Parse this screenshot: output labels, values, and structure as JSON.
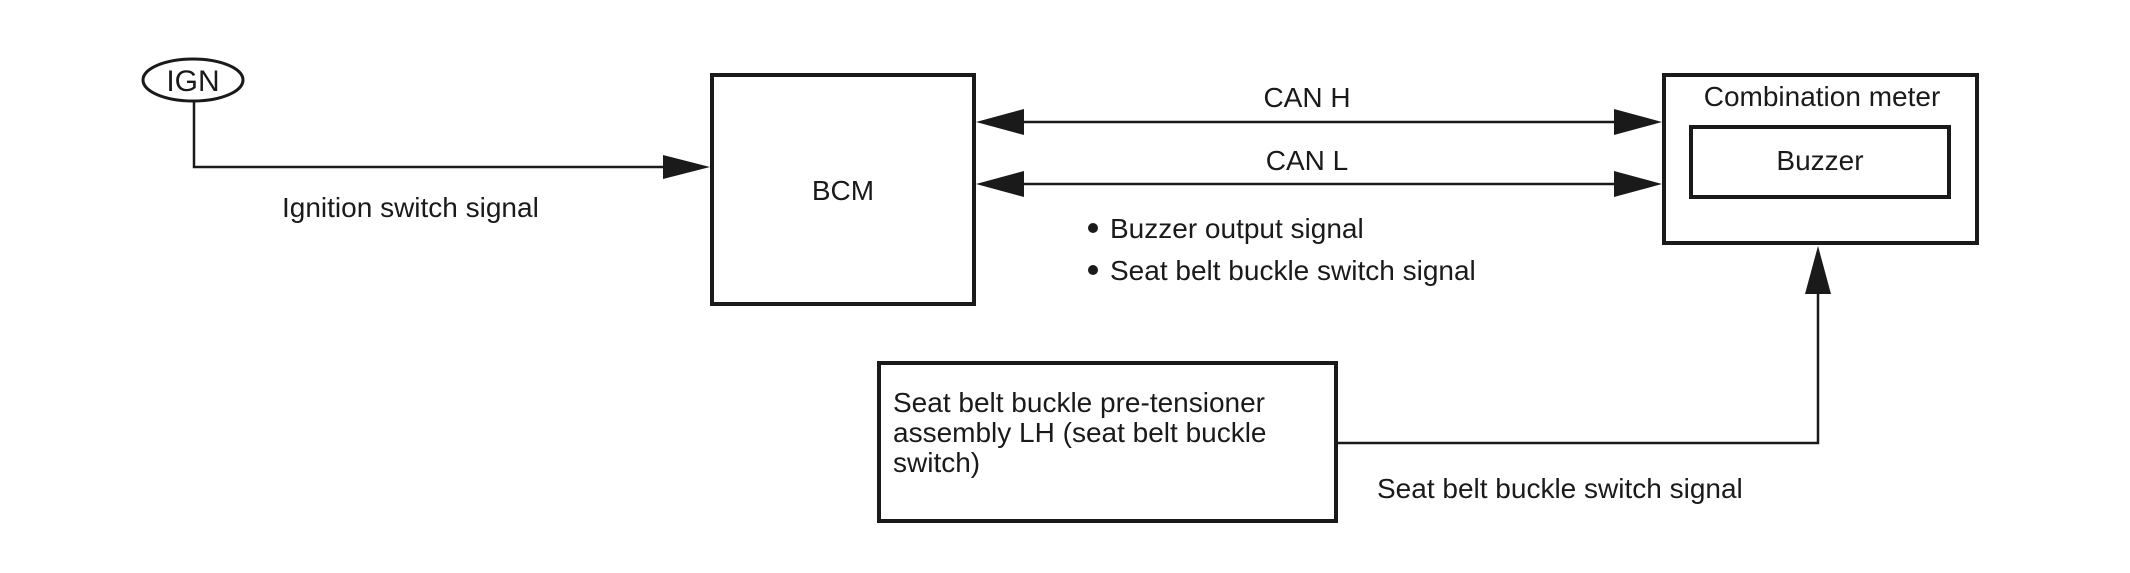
{
  "ign": {
    "label": "IGN"
  },
  "bcm": {
    "label": "BCM"
  },
  "combination_meter": {
    "label": "Combination meter",
    "buzzer_label": "Buzzer"
  },
  "seat_belt_switch": {
    "lines": [
      "Seat belt buckle pre-tensioner",
      "assembly LH (seat belt buckle",
      "switch)"
    ]
  },
  "signals": {
    "ignition": "Ignition switch signal",
    "can_h": "CAN H",
    "can_l": "CAN L",
    "can_items": [
      "Buzzer output signal",
      "Seat belt buckle switch signal"
    ],
    "seat_belt": "Seat belt buckle switch signal"
  },
  "colors": {
    "line": "#1a1a1a",
    "background": "#ffffff"
  }
}
